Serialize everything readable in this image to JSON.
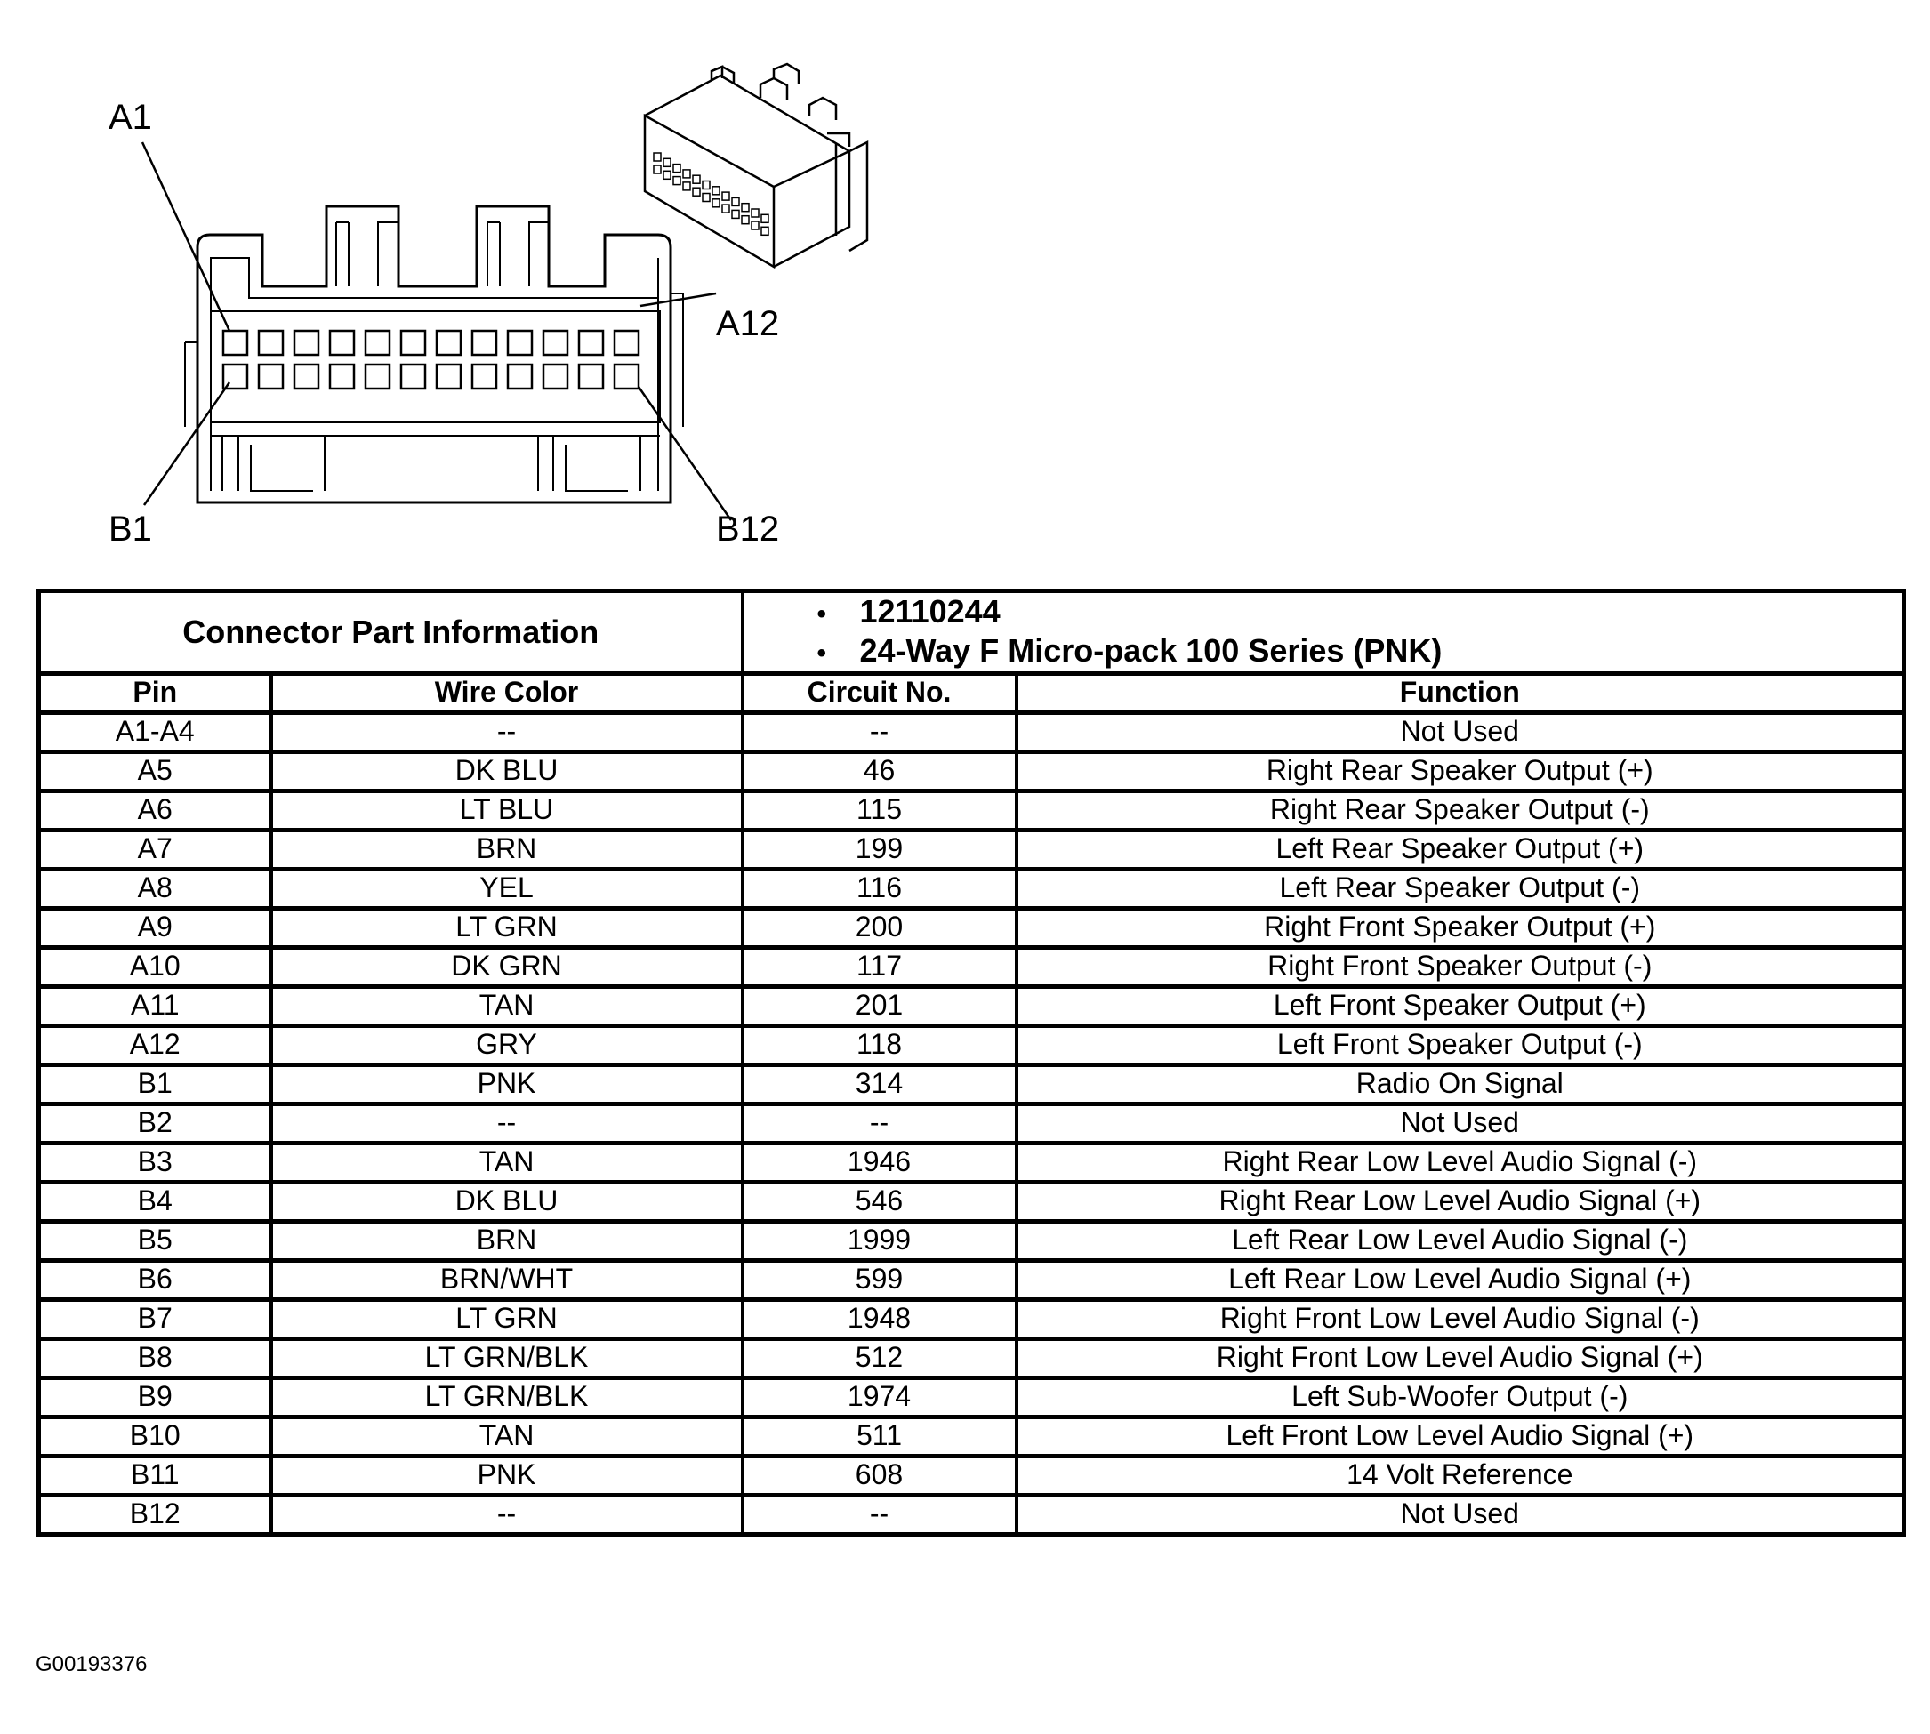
{
  "diagram": {
    "labels": {
      "a1": "A1",
      "a12": "A12",
      "b1": "B1",
      "b12": "B12"
    }
  },
  "connector_info": {
    "label": "Connector Part Information",
    "part_number": "12110244",
    "description": "24-Way F Micro-pack 100 Series (PNK)"
  },
  "columns": {
    "pin": "Pin",
    "wire_color": "Wire Color",
    "circuit": "Circuit No.",
    "function": "Function"
  },
  "rows": [
    {
      "pin": "A1-A4",
      "wire_color": "--",
      "circuit": "--",
      "function": "Not Used"
    },
    {
      "pin": "A5",
      "wire_color": "DK BLU",
      "circuit": "46",
      "function": "Right Rear Speaker Output (+)"
    },
    {
      "pin": "A6",
      "wire_color": "LT BLU",
      "circuit": "115",
      "function": "Right Rear Speaker Output (-)"
    },
    {
      "pin": "A7",
      "wire_color": "BRN",
      "circuit": "199",
      "function": "Left Rear Speaker Output (+)"
    },
    {
      "pin": "A8",
      "wire_color": "YEL",
      "circuit": "116",
      "function": "Left Rear Speaker Output (-)"
    },
    {
      "pin": "A9",
      "wire_color": "LT GRN",
      "circuit": "200",
      "function": "Right Front Speaker Output (+)"
    },
    {
      "pin": "A10",
      "wire_color": "DK GRN",
      "circuit": "117",
      "function": "Right Front Speaker Output (-)"
    },
    {
      "pin": "A11",
      "wire_color": "TAN",
      "circuit": "201",
      "function": "Left Front Speaker Output (+)"
    },
    {
      "pin": "A12",
      "wire_color": "GRY",
      "circuit": "118",
      "function": "Left Front Speaker Output (-)"
    },
    {
      "pin": "B1",
      "wire_color": "PNK",
      "circuit": "314",
      "function": "Radio On Signal"
    },
    {
      "pin": "B2",
      "wire_color": "--",
      "circuit": "--",
      "function": "Not Used"
    },
    {
      "pin": "B3",
      "wire_color": "TAN",
      "circuit": "1946",
      "function": "Right Rear Low Level Audio Signal (-)"
    },
    {
      "pin": "B4",
      "wire_color": "DK BLU",
      "circuit": "546",
      "function": "Right Rear Low Level Audio Signal (+)"
    },
    {
      "pin": "B5",
      "wire_color": "BRN",
      "circuit": "1999",
      "function": "Left Rear Low Level Audio Signal (-)"
    },
    {
      "pin": "B6",
      "wire_color": "BRN/WHT",
      "circuit": "599",
      "function": "Left Rear Low Level Audio Signal (+)"
    },
    {
      "pin": "B7",
      "wire_color": "LT GRN",
      "circuit": "1948",
      "function": "Right Front Low Level Audio Signal (-)"
    },
    {
      "pin": "B8",
      "wire_color": "LT GRN/BLK",
      "circuit": "512",
      "function": "Right Front Low Level Audio Signal (+)"
    },
    {
      "pin": "B9",
      "wire_color": "LT GRN/BLK",
      "circuit": "1974",
      "function": "Left Sub-Woofer Output (-)"
    },
    {
      "pin": "B10",
      "wire_color": "TAN",
      "circuit": "511",
      "function": "Left Front Low Level Audio Signal (+)"
    },
    {
      "pin": "B11",
      "wire_color": "PNK",
      "circuit": "608",
      "function": "14 Volt Reference"
    },
    {
      "pin": "B12",
      "wire_color": "--",
      "circuit": "--",
      "function": "Not Used"
    }
  ],
  "figure_id": "G00193376"
}
